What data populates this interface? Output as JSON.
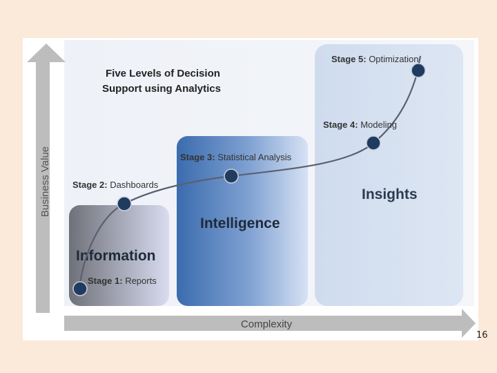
{
  "title_line1": "Five Levels of Decision",
  "title_line2": "Support using Analytics",
  "y_axis_label": "Business Value",
  "x_axis_label": "Complexity",
  "page_number": "16",
  "boxes": {
    "information": "Information",
    "intelligence": "Intelligence",
    "insights": "Insights"
  },
  "stages": [
    {
      "prefix": "Stage 1:",
      "name": " Reports"
    },
    {
      "prefix": "Stage 2:",
      "name": " Dashboards"
    },
    {
      "prefix": "Stage 3:",
      "name": " Statistical Analysis"
    },
    {
      "prefix": "Stage 4:",
      "name": " Modeling"
    },
    {
      "prefix": "Stage 5:",
      "name": " Optimization"
    }
  ],
  "colors": {
    "arrow": "#bdbdbd",
    "dot": "#1f3b60",
    "curve": "#5a6070",
    "text": "#333333"
  }
}
